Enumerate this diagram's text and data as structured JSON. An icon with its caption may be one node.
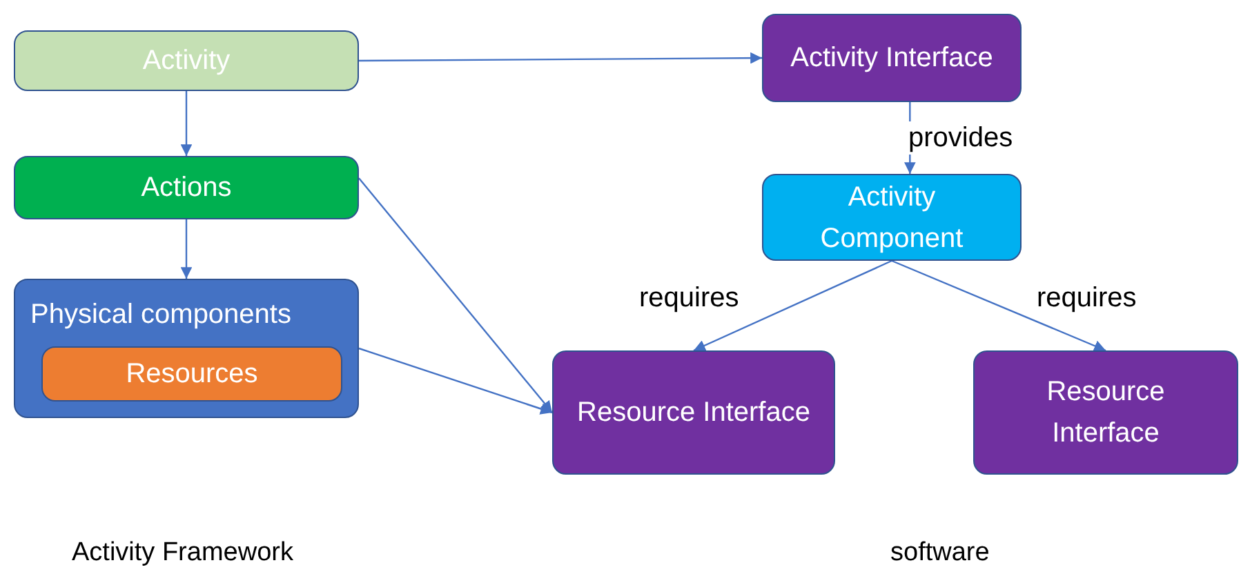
{
  "diagram": {
    "nodes": [
      {
        "text": [
          "Activity"
        ]
      },
      {
        "text": [
          "Actions"
        ]
      },
      {
        "text": [
          "Physical components"
        ]
      },
      {
        "text": [
          "Resources"
        ],
        "in": 2
      },
      {
        "text": [
          "Activity Interface"
        ]
      },
      {
        "text": [
          "Activity Component"
        ]
      },
      {
        "text": [
          "Resource Interface"
        ]
      },
      {
        "text": [
          "Resource Interface"
        ]
      }
    ],
    "edges": [
      {
        "from": 0,
        "to": 4,
        "arrow": "to"
      },
      {
        "from": 0,
        "to": 1,
        "arrow": "to"
      },
      {
        "from": 1,
        "to": 2,
        "arrow": "to"
      },
      {
        "from": 1,
        "to": 6,
        "arrow": "to"
      },
      {
        "from": 2,
        "to": 6,
        "arrow": "to"
      },
      {
        "from": 4,
        "to": 5,
        "label": "provides",
        "arrow": "to"
      },
      {
        "from": 5,
        "to": 6,
        "label": "requires",
        "arrow": "to"
      },
      {
        "from": 5,
        "to": 7,
        "label": "requires",
        "arrow": "to"
      }
    ],
    "labels": [
      "Activity Framework",
      "software"
    ]
  }
}
